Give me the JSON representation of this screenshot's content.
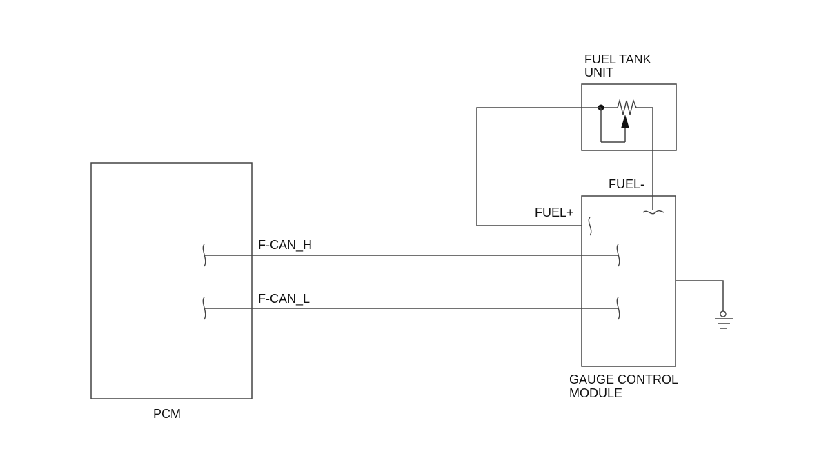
{
  "components": {
    "pcm": {
      "label": "PCM"
    },
    "gauge_module": {
      "label_line1": "GAUGE CONTROL",
      "label_line2": "MODULE"
    },
    "fuel_tank_unit": {
      "label_line1": "FUEL TANK",
      "label_line2": "UNIT"
    }
  },
  "signals": {
    "fcan_h": "F-CAN_H",
    "fcan_l": "F-CAN_L",
    "fuel_plus": "FUEL+",
    "fuel_minus": "FUEL-"
  },
  "colors": {
    "line": "#444444",
    "text": "#111111"
  }
}
